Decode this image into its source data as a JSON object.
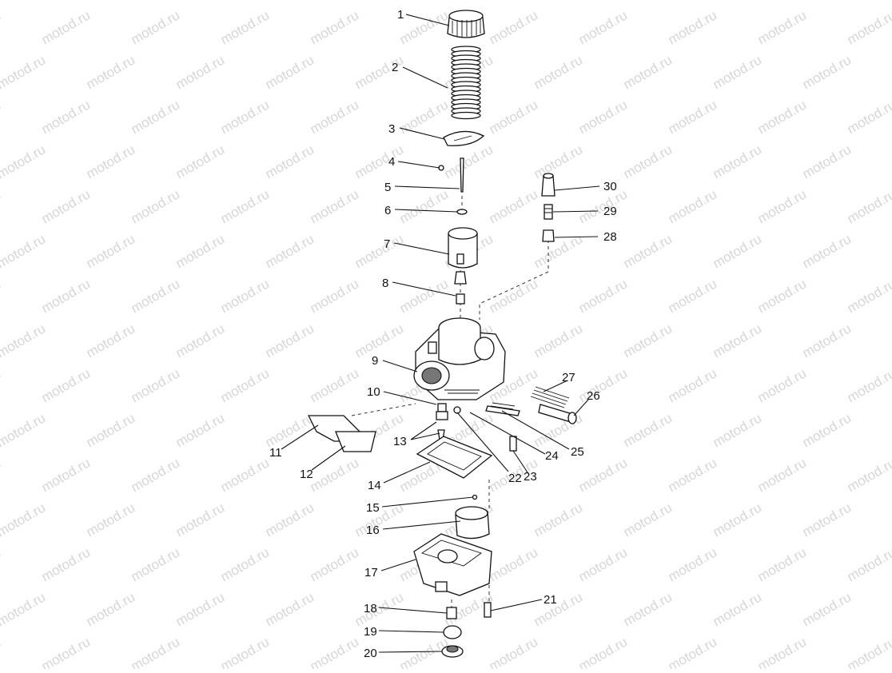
{
  "diagram": {
    "watermark_text": "motod.ru",
    "callouts": [
      "1",
      "2",
      "3",
      "4",
      "5",
      "6",
      "7",
      "8",
      "9",
      "10",
      "11",
      "12",
      "13",
      "14",
      "15",
      "16",
      "17",
      "18",
      "19",
      "20",
      "21",
      "22",
      "23",
      "24",
      "25",
      "26",
      "27",
      "28",
      "29",
      "30"
    ]
  }
}
